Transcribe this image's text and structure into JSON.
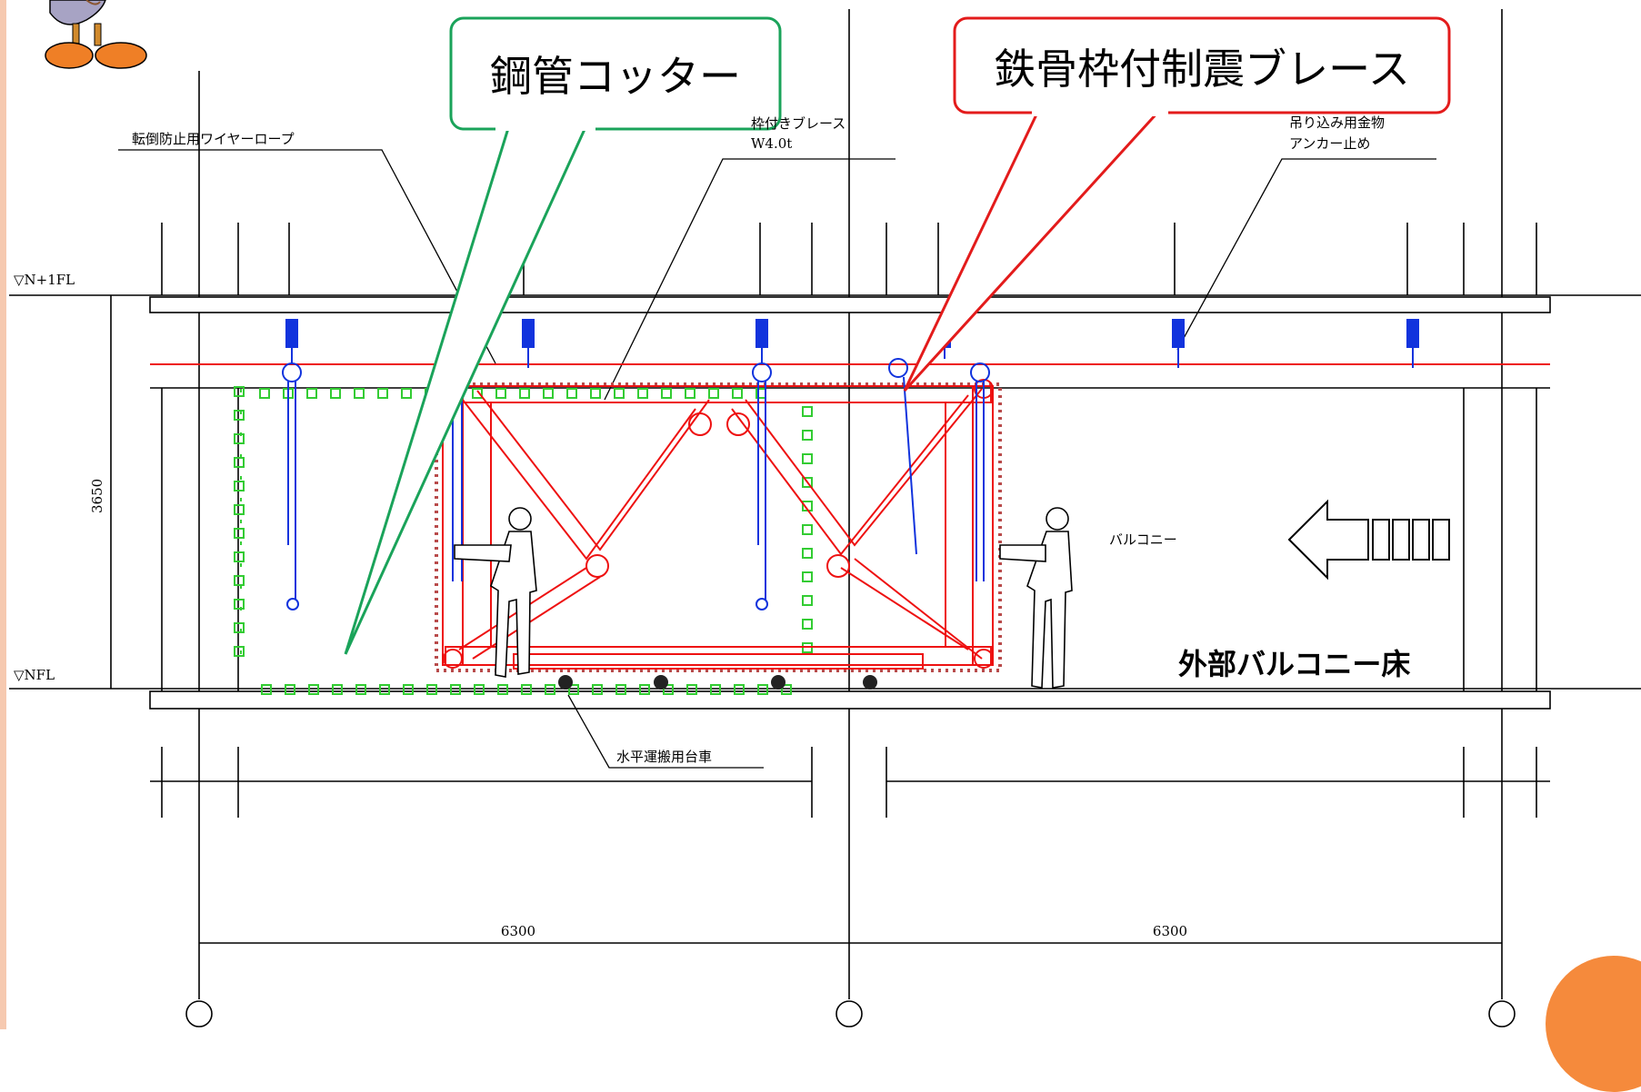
{
  "callouts": {
    "steel_pipe_cutter": "鋼管コッター",
    "braced_frame": "鉄骨枠付制震ブレース"
  },
  "labels": {
    "wire_rope": "転倒防止用ワイヤーロープ",
    "frame_brace": "枠付きブレース",
    "frame_weight": "W4.0t",
    "hanging_hardware": "吊り込み用金物",
    "anchor_stop": "アンカー止め",
    "upper_floor_level": "▽N+1FL",
    "floor_level": "▽NFL",
    "height_dim": "3650",
    "balcony": "バルコニー",
    "exterior_balcony_floor": "外部バルコニー床",
    "cart": "水平運搬用台車",
    "span_left": "6300",
    "span_right": "6300"
  },
  "colors": {
    "brace": "#ee1111",
    "hoist": "#1133dd",
    "cutter_markers": "#33cc33",
    "callout_green": "#1aa35a",
    "callout_red": "#e31b1b",
    "accent_orange": "#f58a3c",
    "stripe": "#f6c9b0"
  }
}
